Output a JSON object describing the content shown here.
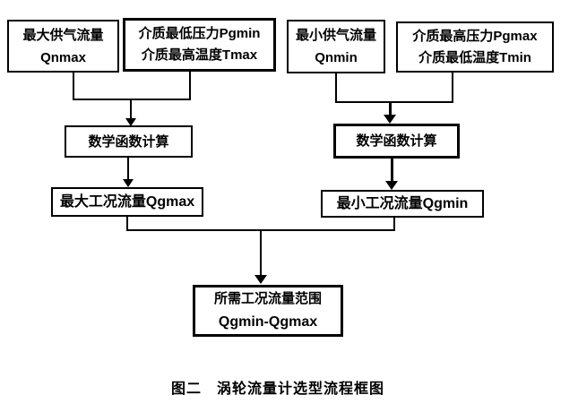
{
  "boxes": {
    "qnmax": {
      "line1": "最大供气流量",
      "line2": "Qnmax"
    },
    "pgmin_tmax": {
      "line1": "介质最低压力Pgmin",
      "line2": "介质最高温度Tmax"
    },
    "qnmin": {
      "line1": "最小供气流量",
      "line2": "Qnmin"
    },
    "pgmax_tmin": {
      "line1": "介质最高压力Pgmax",
      "line2": "介质最低温度Tmin"
    },
    "calc_left": {
      "label": "数学函数计算"
    },
    "calc_right": {
      "label": "数学函数计算"
    },
    "qgmax": {
      "label": "最大工况流量Qgmax"
    },
    "qgmin": {
      "label": "最小工况流量Qgmin"
    },
    "result": {
      "line1": "所需工况流量范围",
      "line2": "Qgmin-Qgmax"
    }
  },
  "caption": "图二　涡轮流量计选型流程框图",
  "colors": {
    "line": "#000000",
    "background": "#ffffff",
    "text": "#000000"
  }
}
